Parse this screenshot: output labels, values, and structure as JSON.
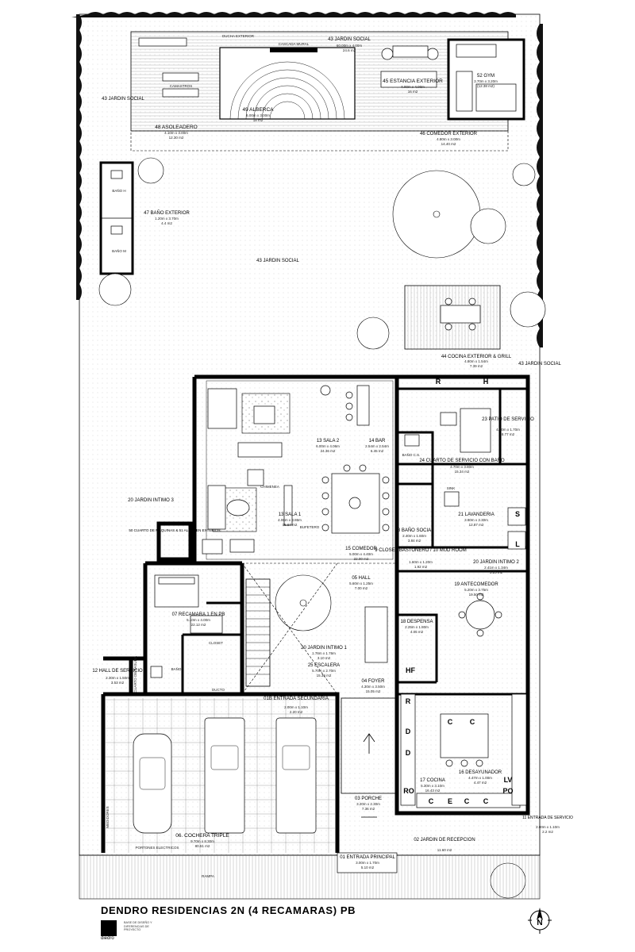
{
  "title": "DENDRO RESIDENCIAS 2N (4 RECAMARAS) PB",
  "logo_text": "diedro",
  "north_letter": "N",
  "rooms": [
    {
      "id": "r43a",
      "name": "43 JARDIN SOCIAL",
      "dims": "60.00m x 4.00m",
      "area": "24.6 m2"
    },
    {
      "id": "r52",
      "name": "52 GYM",
      "dims": "3.70m x 3.20m",
      "area": "(12.38 m2)"
    },
    {
      "id": "r45",
      "name": "45 ESTANCIA EXTERIOR",
      "dims": "4.00m x 4.00m",
      "area": "16 m2"
    },
    {
      "id": "r49",
      "name": "49 ALBERCA",
      "dims": "6.00m x 3.00m",
      "area": "18 m2"
    },
    {
      "id": "r48",
      "name": "48 ASOLEADERO",
      "dims": "4.10m x 3.00m",
      "area": "12.30 m2"
    },
    {
      "id": "r46",
      "name": "46 COMEDOR EXTERIOR",
      "dims": "4.80m x 3.00m",
      "area": "14.40 m2"
    },
    {
      "id": "r43b",
      "name": "43 JARDIN SOCIAL",
      "dims": "",
      "area": ""
    },
    {
      "id": "r43c",
      "name": "43 JARDIN SOCIAL",
      "dims": "",
      "area": ""
    },
    {
      "id": "r43d",
      "name": "43 JARDIN SOCIAL",
      "dims": "",
      "area": ""
    },
    {
      "id": "r47",
      "name": "47 BAÑO EXTERIOR",
      "dims": "1.20m x 3.70m",
      "area": "4.4 m2"
    },
    {
      "id": "r44",
      "name": "44 COCINA EXTERIOR & GRILL",
      "dims": "4.80m x 1.54m",
      "area": "7.39 m2"
    },
    {
      "id": "r13s2",
      "name": "13 SALA 2",
      "dims": "6.00m x 4.06m",
      "area": "24.36 m2"
    },
    {
      "id": "r14",
      "name": "14 BAR",
      "dims": "2.54m x 2.54m",
      "area": "6.45 m2"
    },
    {
      "id": "r23",
      "name": "23 PATIO DE SERVICIO",
      "dims": "4.30m x 1.70m",
      "area": "8.77 m2"
    },
    {
      "id": "r24",
      "name": "24 CUARTO DE SERVICIO CON BAÑO",
      "dims": "4.70m x 3.80m",
      "area": "15.34 m2"
    },
    {
      "id": "r13s1",
      "name": "13 SALA 1",
      "dims": "4.06m x 3.86m",
      "area": "15.67 m2"
    },
    {
      "id": "r15",
      "name": "15 COMEDOR",
      "dims": "5.00m x 4.40m",
      "area": "22.00 m2"
    },
    {
      "id": "r08",
      "name": "08 BAÑO SOCIAL",
      "dims": "2.40m x 1.60m",
      "area": "3.84 m2"
    },
    {
      "id": "r21",
      "name": "21 LAVANDERIA",
      "dims": "3.90m x 3.30m",
      "area": "12.87 m2"
    },
    {
      "id": "r20j3",
      "name": "20 JARDIN INTIMO 3",
      "dims": "",
      "area": ""
    },
    {
      "id": "r50",
      "name": "50 CUARTO DE MAQUINAS & 51 ALMACEN EXTERIOR",
      "dims": "",
      "area": ""
    },
    {
      "id": "r09",
      "name": "9 CLOSET BASTONERO / 10 MUD ROOM",
      "dims": "1.60m x 1.20m",
      "area": "1.92 m2"
    },
    {
      "id": "r05",
      "name": "05 HALL",
      "dims": "5.60m x 1.25m",
      "area": "7.00 m2"
    },
    {
      "id": "r20j2",
      "name": "20 JARDIN INTIMO 2",
      "dims": "2.41m x 1.34m",
      "area": "3.23 m2"
    },
    {
      "id": "r07",
      "name": "07 RECAMARA 1 EN PB",
      "dims": "5.10m x 4.00m",
      "area": "22.12 m2"
    },
    {
      "id": "r19",
      "name": "19 ANTECOMEDOR",
      "dims": "5.20m x 3.75m",
      "area": "19.50 m2"
    },
    {
      "id": "r20j1",
      "name": "20 JARDIN INTIMO 1",
      "dims": "1.76m x 1.76m",
      "area": "3.10 m2"
    },
    {
      "id": "r18",
      "name": "18 DESPENSA",
      "dims": "2.25m x 1.80m",
      "area": "4.05 m2"
    },
    {
      "id": "r12",
      "name": "12 HALL DE SERVICIO",
      "dims": "2.30m x 1.50m",
      "area": "3.53 m2"
    },
    {
      "id": "r25",
      "name": "25 ESCALERA",
      "dims": "5.70m x 2.70m",
      "area": "15.39 m2"
    },
    {
      "id": "r04",
      "name": "04 FOYER",
      "dims": "4.30m x 3.50m",
      "area": "15.05 m2"
    },
    {
      "id": "r01b",
      "name": "01B ENTRADA SECUNDARIA",
      "dims": "2.00m x 1.10m",
      "area": "2.20 m2"
    },
    {
      "id": "r17",
      "name": "17 COCINA",
      "dims": "5.30m x 3.10m",
      "area": "16.43 m2"
    },
    {
      "id": "r16",
      "name": "16 DESAYUNADOR",
      "dims": "4.47m x 1.00m",
      "area": "4.47 m2"
    },
    {
      "id": "r03",
      "name": "03 PORCHE",
      "dims": "3.20m x 2.30m",
      "area": "7.36 m2"
    },
    {
      "id": "r11",
      "name": "11 ENTRADA DE SERVICIO",
      "dims": "2.00m x 1.10m",
      "area": "2.2 m2"
    },
    {
      "id": "r06",
      "name": "06. COCHERA TRIPLE",
      "dims": "9.70m x 8.30m",
      "area": "80.51 m2"
    },
    {
      "id": "r02",
      "name": "02 JARDIN DE RECEPCION",
      "dims": "",
      "area": "11.60 m2"
    },
    {
      "id": "r01",
      "name": "01 ENTRADA PRINCIPAL",
      "dims": "3.00m x 1.70m",
      "area": "5.10 m2"
    }
  ],
  "minor_labels": {
    "ducha": "DUCHA EXTERIOR",
    "cascada": "CASCADA MURAL",
    "camastros": "CAMASTROS",
    "bano_a": "BAÑO H",
    "bano_b": "BAÑO M",
    "chimenea": "CHIMENEA",
    "bufetero": "BUFETERO",
    "bano_cs": "BAÑO C.S.",
    "sink": "SINK",
    "closet": "CLOSET",
    "bano": "BAÑO",
    "ducto": "DUCTO",
    "cuarto_basura": "CUARTO DE BASURA",
    "portones": "PORTONES ELECTRICOS",
    "rampa": "RAMPA",
    "medidores": "MEDIDORES",
    "subtitle": "BASE DE DISEÑO Y DIFERENCIAS DE PROYECTO"
  },
  "fixtures": {
    "r_top": "R",
    "h_top": "H",
    "s_lav": "S",
    "l_lav": "L",
    "hf": "HF",
    "r_coc": "R",
    "d1": "D",
    "d2": "D",
    "ro": "RO",
    "c_top1": "C",
    "c_top2": "C",
    "c_bot1": "C",
    "e_bot": "E",
    "c_bot2": "C",
    "c_bot3": "C",
    "lv": "LV",
    "po": "PO"
  }
}
